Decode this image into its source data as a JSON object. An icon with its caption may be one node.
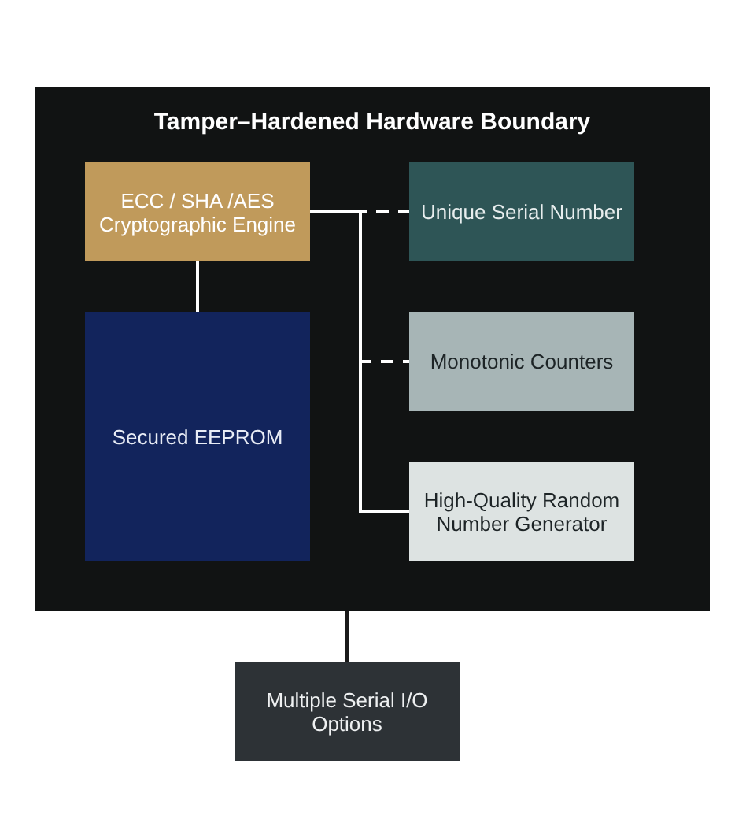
{
  "diagram": {
    "nodes": [
      {
        "text": [
          "Tamper–Hardened Hardware Boundary"
        ]
      },
      {
        "text": [
          "ECC / SHA /AES Cryptographic Engine"
        ],
        "in": 0
      },
      {
        "text": [
          "Unique Serial Number"
        ],
        "in": 0
      },
      {
        "text": [
          "Secured EEPROM"
        ],
        "in": 0
      },
      {
        "text": [
          "Monotonic Counters"
        ],
        "in": 0
      },
      {
        "text": [
          "High-Quality Random Number Generator"
        ],
        "in": 0
      },
      {
        "text": [
          "Multiple Serial I/O Options"
        ]
      }
    ],
    "edges": [
      {
        "from": 1,
        "to": 2,
        "arrow": "none",
        "style": "dashed"
      },
      {
        "from": 1,
        "to": 3,
        "arrow": "none"
      },
      {
        "from": 1,
        "to": 4,
        "arrow": "none",
        "style": "dashed"
      },
      {
        "from": 1,
        "to": 5,
        "arrow": "none"
      },
      {
        "from": 0,
        "to": 6,
        "arrow": "none",
        "color": "#1a1a1a"
      }
    ]
  }
}
